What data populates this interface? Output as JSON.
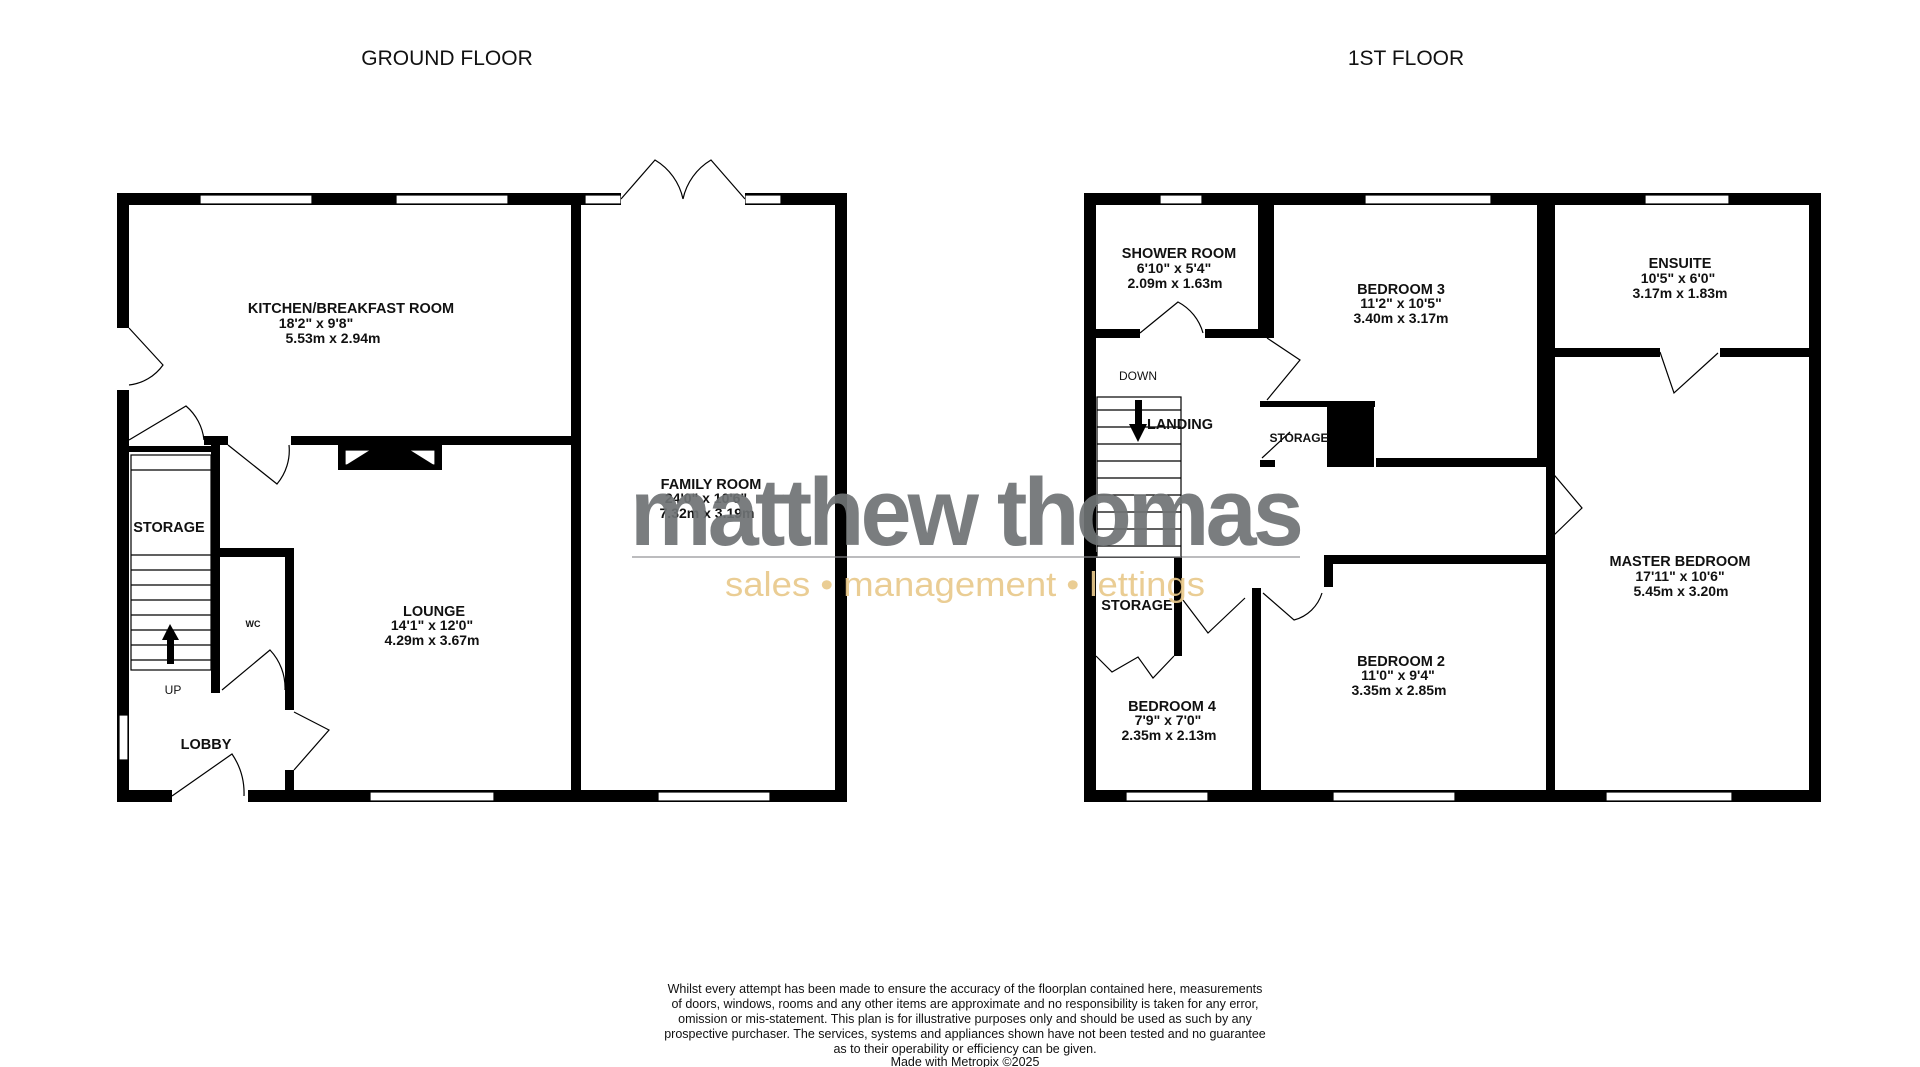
{
  "floors": {
    "ground": {
      "title": "GROUND FLOOR",
      "rooms": {
        "kitchen": {
          "name": "KITCHEN/BREAKFAST ROOM",
          "imperial": "18'2\"  x 9'8\"",
          "metric": "5.53m  x 2.94m"
        },
        "family": {
          "name": "FAMILY ROOM",
          "imperial": "24'0\"  x 10'6\"",
          "metric": "7.32m  x 3.19m"
        },
        "lounge": {
          "name": "LOUNGE",
          "imperial": "14'1\"  x 12'0\"",
          "metric": "4.29m  x 3.67m"
        },
        "storage": {
          "name": "STORAGE"
        },
        "wc": {
          "name": "WC"
        },
        "lobby": {
          "name": "LOBBY"
        }
      },
      "stairs_label": "UP"
    },
    "first": {
      "title": "1ST FLOOR",
      "rooms": {
        "shower": {
          "name": "SHOWER ROOM",
          "imperial": "6'10\"  x 5'4\"",
          "metric": "2.09m  x 1.63m"
        },
        "bedroom3": {
          "name": "BEDROOM 3",
          "imperial": "11'2\"  x 10'5\"",
          "metric": "3.40m  x 3.17m"
        },
        "ensuite": {
          "name": "ENSUITE",
          "imperial": "10'5\"  x 6'0\"",
          "metric": "3.17m  x 1.83m"
        },
        "landing": {
          "name": "LANDING"
        },
        "storage_a": {
          "name": "STORAGE"
        },
        "storage_b": {
          "name": "STORAGE"
        },
        "master": {
          "name": "MASTER BEDROOM",
          "imperial": "17'11\"  x 10'6\"",
          "metric": "5.45m  x 3.20m"
        },
        "bedroom2": {
          "name": "BEDROOM 2",
          "imperial": "11'0\"  x 9'4\"",
          "metric": "3.35m  x 2.85m"
        },
        "bedroom4": {
          "name": "BEDROOM 4",
          "imperial": "7'9\"  x 7'0\"",
          "metric": "2.35m  x 2.13m"
        }
      },
      "stairs_label": "DOWN"
    }
  },
  "watermark": {
    "brand": "matthew thomas",
    "tagline": "sales  •  management  •  lettings",
    "brand_color": "#6f7375",
    "tagline_color": "#e9c98c"
  },
  "disclaimer": {
    "lines": [
      "Whilst every attempt has been made to ensure the accuracy of the floorplan contained here, measurements",
      "of doors, windows, rooms and any other items are approximate and no responsibility is taken for any error,",
      "omission or mis-statement. This plan is for illustrative purposes only and should be used as such by any",
      "prospective purchaser. The services, systems and appliances shown have not been tested and no guarantee",
      "as to their operability or efficiency can be given."
    ],
    "credit": "Made with Metropix ©2025"
  }
}
